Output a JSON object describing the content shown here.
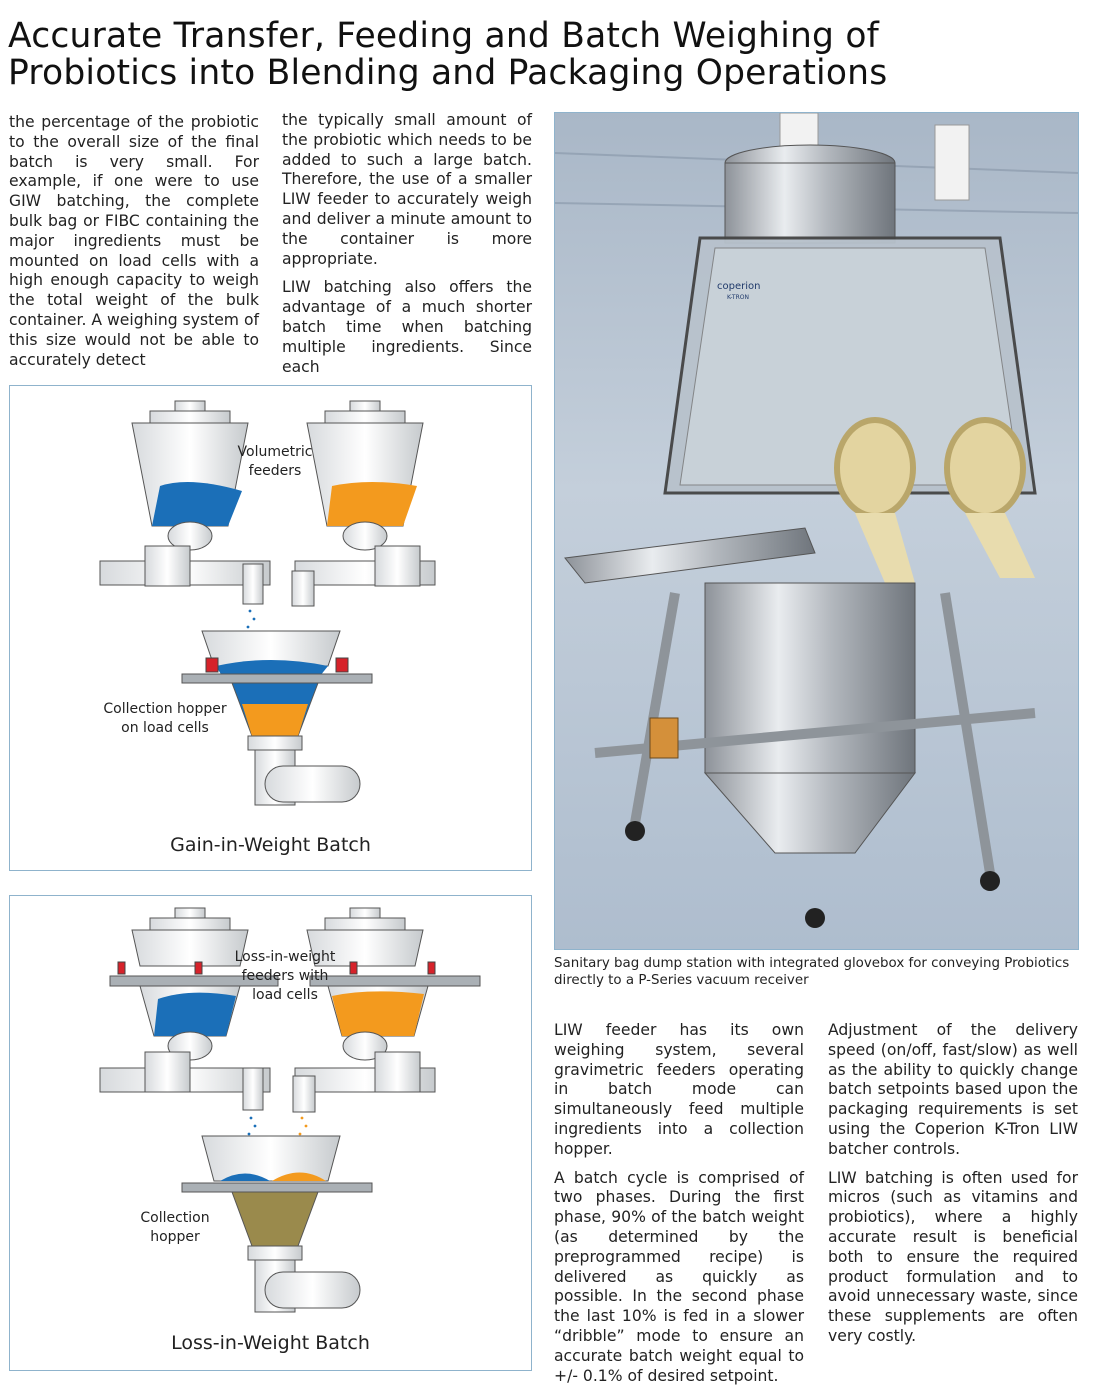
{
  "title": {
    "line1": "Accurate Transfer, Feeding and Batch Weighing of",
    "line2": "Probiotics into Blending and Packaging Operations"
  },
  "columns": {
    "left_top": "the percentage of the probiotic to the overall size of the final batch is very small. For example, if one were to use GIW batching, the complete bulk bag or FIBC containing the major ingredients must be mounted on load cells with a high enough capacity to weigh the total weight of the bulk container. A weighing system of this size would not be able to accurately detect",
    "mid_top_p1": "the typically small amount of the probiotic which needs to be added to such a large batch. Therefore, the use of a smaller LIW feeder to accurately weigh and deliver a minute amount to the container is more appropriate.",
    "mid_top_p2": "LIW batching also offers the advantage of a much shorter batch time when batching multiple ingredients. Since each",
    "right_a_p1": "LIW feeder has its own weighing system, several gravimetric feeders operating in batch mode can simultaneously feed multiple ingredients into a collection hopper.",
    "right_a_p2": "A batch cycle is comprised of two phases. During the first phase, 90% of the batch weight (as determined by the preprogrammed recipe) is delivered as quickly as possible. In the second phase the last 10% is fed in a slower “dribble” mode to ensure an accurate batch weight equal to +/- 0.1% of desired setpoint.",
    "right_b_p1": "Adjustment of the delivery speed (on/off, fast/slow) as well as the ability to quickly change batch setpoints based upon the packaging requirements is set using the Coperion K-Tron LIW batcher controls.",
    "right_b_p2": "LIW batching is often used for micros (such as vitamins and probiotics), where a highly accurate result is beneficial both to ensure the required product formulation and to avoid unnecessary waste, since these supplements are often very costly."
  },
  "figure_giw": {
    "label_feeders_1": "Volumetric",
    "label_feeders_2": "feeders",
    "label_hopper_1": "Collection hopper",
    "label_hopper_2": "on load cells",
    "title": "Gain-in-Weight Batch"
  },
  "figure_liw": {
    "label_feeders_1": "Loss-in-weight",
    "label_feeders_2": "feeders with",
    "label_feeders_3": "load cells",
    "label_hopper_1": "Collection",
    "label_hopper_2": "hopper",
    "title": "Loss-in-Weight Batch"
  },
  "photo": {
    "brand_1": "coperion",
    "brand_2": "K-TRON",
    "caption": "Sanitary bag dump station with integrated glovebox for conveying Probiotics directly to a P-Series vacuum receiver"
  },
  "colors": {
    "blue_material": "#1b6fb8",
    "orange_material": "#f39a1e",
    "load_cell_red": "#d6222a",
    "frame_border": "#8fb3cc"
  }
}
